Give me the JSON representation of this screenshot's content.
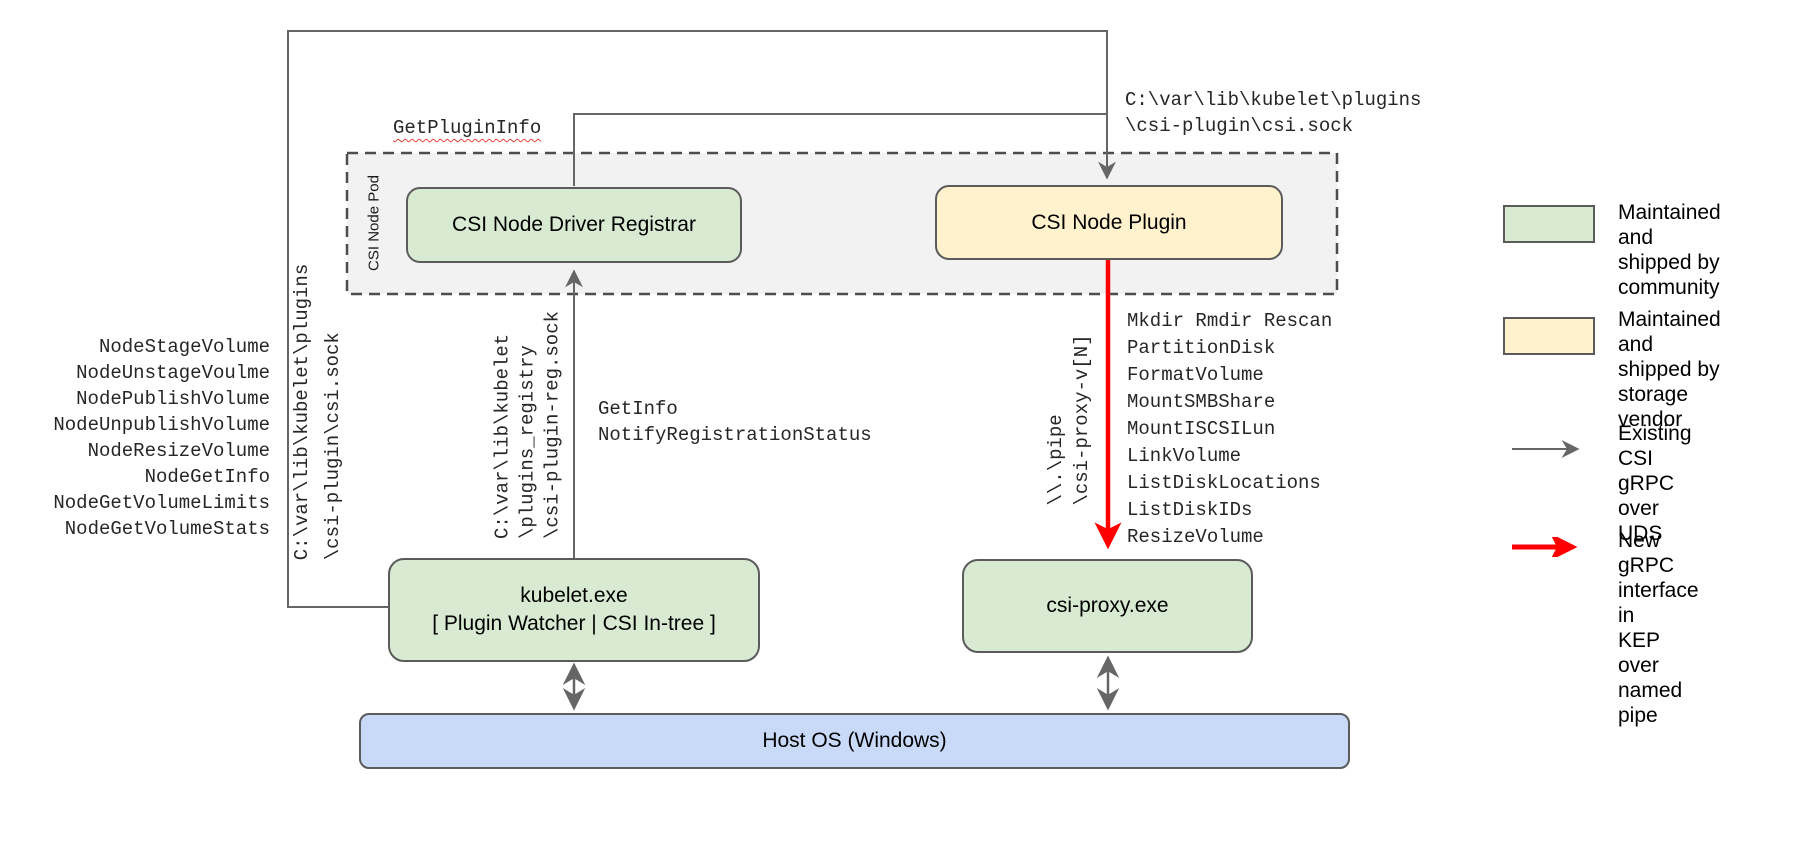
{
  "pod": {
    "label": "CSI Node Pod"
  },
  "boxes": {
    "registrar": "CSI Node Driver Registrar",
    "plugin": "CSI Node Plugin",
    "kubelet_line1": "kubelet.exe",
    "kubelet_line2": "[ Plugin Watcher | CSI In-tree ]",
    "csi_proxy": "csi-proxy.exe",
    "host_os": "Host OS (Windows)"
  },
  "edge_labels": {
    "get_plugin_info": "GetPluginInfo",
    "csi_sock_top_right": [
      "C:\\var\\lib\\kubelet\\plugins",
      "\\csi-plugin\\csi.sock"
    ],
    "csi_sock_left_rotated": [
      "C:\\var\\lib\\kubelet\\plugins",
      "\\csi-plugin\\csi.sock"
    ],
    "registration_sock_rotated": [
      "C:\\var\\lib\\kubelet",
      "\\plugins_registry",
      "\\csi-plugin-reg.sock"
    ],
    "registration_calls": [
      "GetInfo",
      "NotifyRegistrationStatus"
    ],
    "named_pipe_rotated": [
      "\\\\.\\pipe",
      "\\csi-proxy-v[N]"
    ],
    "node_methods": [
      "NodeStageVolume",
      "NodeUnstageVoulme",
      "NodePublishVolume",
      "NodeUnpublishVolume",
      "NodeResizeVolume",
      "NodeGetInfo",
      "NodeGetVolumeLimits",
      "NodeGetVolumeStats"
    ],
    "proxy_api": [
      "Mkdir Rmdir Rescan",
      "PartitionDisk",
      "FormatVolume",
      "MountSMBShare",
      "MountISCSILun",
      "LinkVolume",
      "ListDiskLocations",
      "ListDiskIDs",
      "ResizeVolume"
    ]
  },
  "legend": {
    "items": [
      {
        "swatch": "community-green-box",
        "label": "Maintained and\nshipped by\ncommunity"
      },
      {
        "swatch": "vendor-yellow-box",
        "label": "Maintained and\nshipped by\nstorage vendor"
      },
      {
        "swatch": "gray-arrow",
        "label": "Existing CSI\ngRPC over\nUDS"
      },
      {
        "swatch": "red-arrow",
        "label": "New gRPC\ninterface in\nKEP over\nnamed pipe"
      }
    ]
  },
  "colors": {
    "community_green": "#d9ead3",
    "vendor_yellow": "#fff2cc",
    "host_blue": "#c9daf8",
    "pod_fill": "#f2f2f2",
    "connector_gray": "#666666",
    "new_interface_red": "#ff0000",
    "misspell_squiggle_red": "#e8443a"
  }
}
